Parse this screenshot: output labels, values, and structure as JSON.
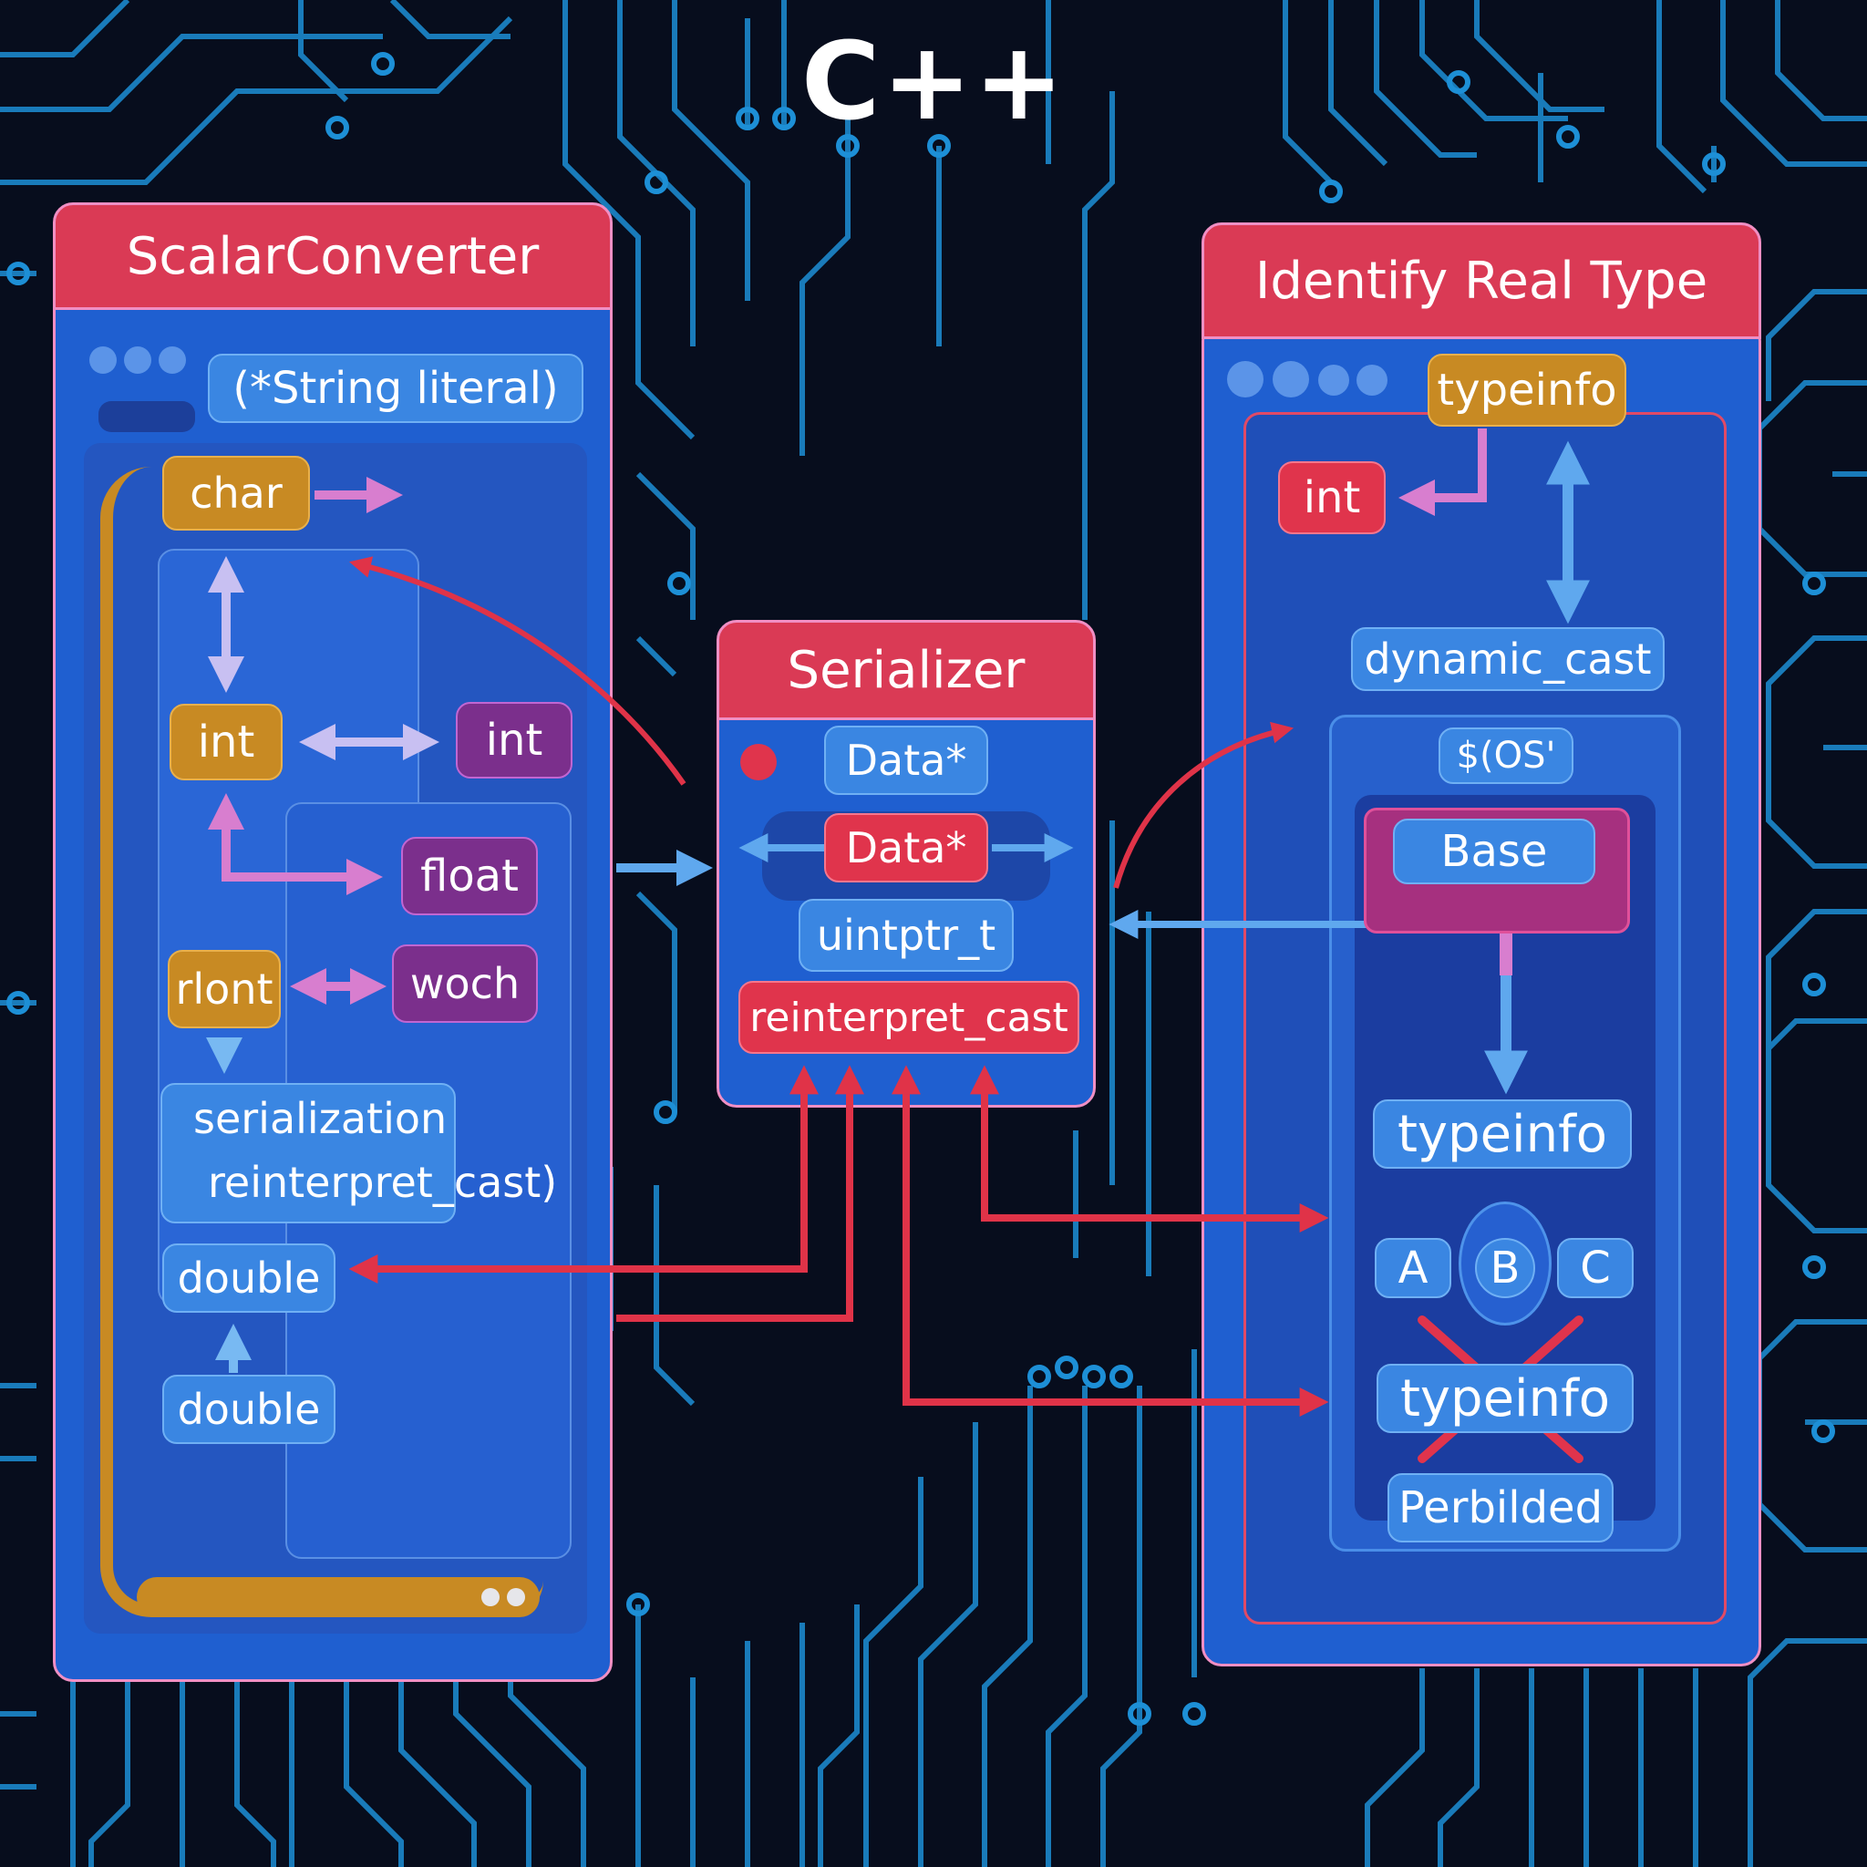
{
  "title": "C++",
  "panels": {
    "scalar": {
      "title": "ScalarConverter",
      "input_label": "(*String literal)",
      "labels": {
        "char": "char",
        "int_left": "int",
        "int_right": "int",
        "float": "float",
        "rlont": "rlont",
        "woch": "woch",
        "serialization_line1": "serialization",
        "serialization_line2": "reinterpret_cast)",
        "double_1": "double",
        "double_2": "double"
      }
    },
    "serializer": {
      "title": "Serializer",
      "labels": {
        "data_1": "Data*",
        "data_2": "Data*",
        "uintptr": "uintptr_t",
        "reinterpret": "reinterpret_cast"
      }
    },
    "identify": {
      "title": "Identify Real Type",
      "labels": {
        "typeinfo_top": "typeinfo",
        "int": "int",
        "dynamic_cast": "dynamic_cast",
        "os": "$(OS'",
        "base": "Base",
        "typeinfo_mid": "typeinfo",
        "class_a": "A",
        "class_b": "B",
        "class_c": "C",
        "typeinfo_crossed": "typeinfo",
        "perbilded": "Perbilded"
      }
    }
  },
  "colors": {
    "background": "#070d1d",
    "circuit": "#1d8fd6",
    "panel": "#1f5fd0",
    "header": "#da3a55",
    "arrow_red": "#e03348",
    "arrow_blue": "#5fa8ee"
  }
}
